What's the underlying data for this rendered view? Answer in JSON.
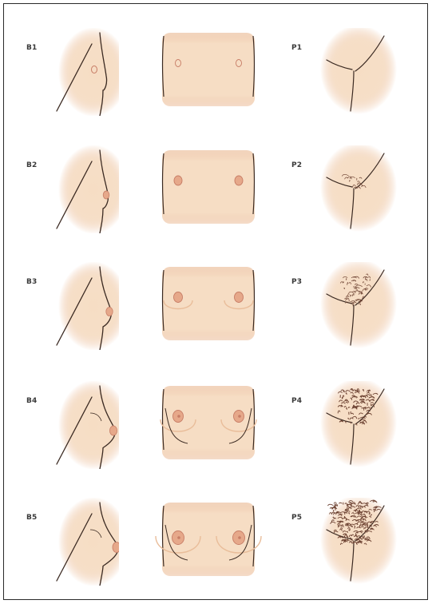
{
  "rows": [
    {
      "b_label": "B1",
      "p_label": "P1",
      "stage": 1
    },
    {
      "b_label": "B2",
      "p_label": "P2",
      "stage": 2
    },
    {
      "b_label": "B3",
      "p_label": "P3",
      "stage": 3
    },
    {
      "b_label": "B4",
      "p_label": "P4",
      "stage": 4
    },
    {
      "b_label": "B5",
      "p_label": "P5",
      "stage": 5
    }
  ],
  "colors": {
    "skin": "#f6ddc4",
    "skin_edge": "#eab892",
    "shade": "#e9bd9a",
    "line": "#3b2a22",
    "areola": "#e6a88a",
    "nipple": "#c77d66",
    "hair": "#6b4030"
  }
}
